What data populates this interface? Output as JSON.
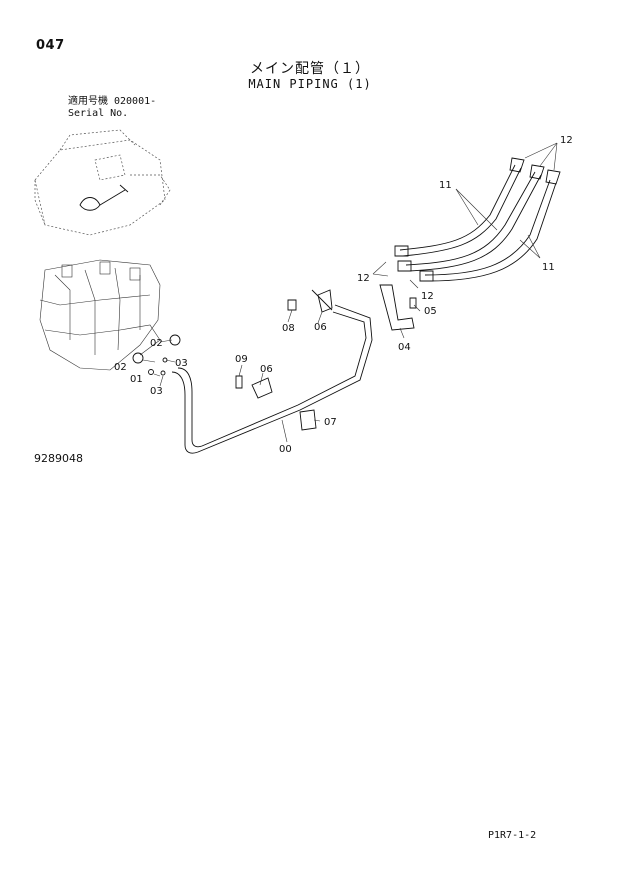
{
  "header": {
    "page_number": "047",
    "title_jp": "メイン配管（１）",
    "title_en": "MAIN PIPING (1)",
    "serial_label_jp": "適用号機",
    "serial_value": "020001-",
    "serial_label_en": "Serial No."
  },
  "drawing_number": "9289048",
  "footer_code": "P1R7-1-2",
  "callouts": {
    "c00": "00",
    "c01": "01",
    "c02a": "02",
    "c02b": "02",
    "c03a": "03",
    "c03b": "03",
    "c04": "04",
    "c05": "05",
    "c06a": "06",
    "c06b": "06",
    "c07": "07",
    "c08": "08",
    "c09": "09",
    "c11a": "11",
    "c11b": "11",
    "c12a": "12",
    "c12b": "12",
    "c12c": "12"
  }
}
